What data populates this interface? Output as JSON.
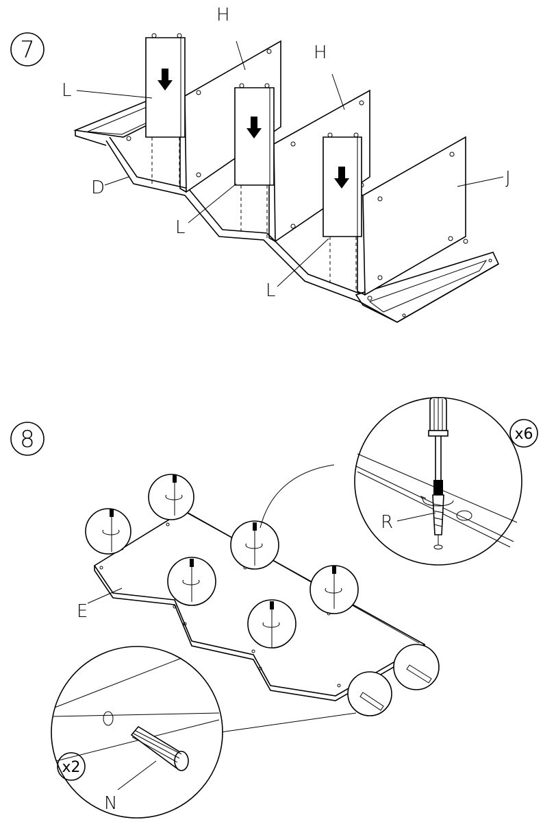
{
  "steps": [
    {
      "number": "7",
      "labels": {
        "l1": "L",
        "l2": "L",
        "l3": "L",
        "h1": "H",
        "h2": "H",
        "j": "J",
        "d": "D"
      }
    },
    {
      "number": "8",
      "labels": {
        "e": "E",
        "r": "R",
        "n": "N"
      },
      "multipliers": {
        "screws": "x6",
        "dowels": "x2"
      }
    }
  ]
}
